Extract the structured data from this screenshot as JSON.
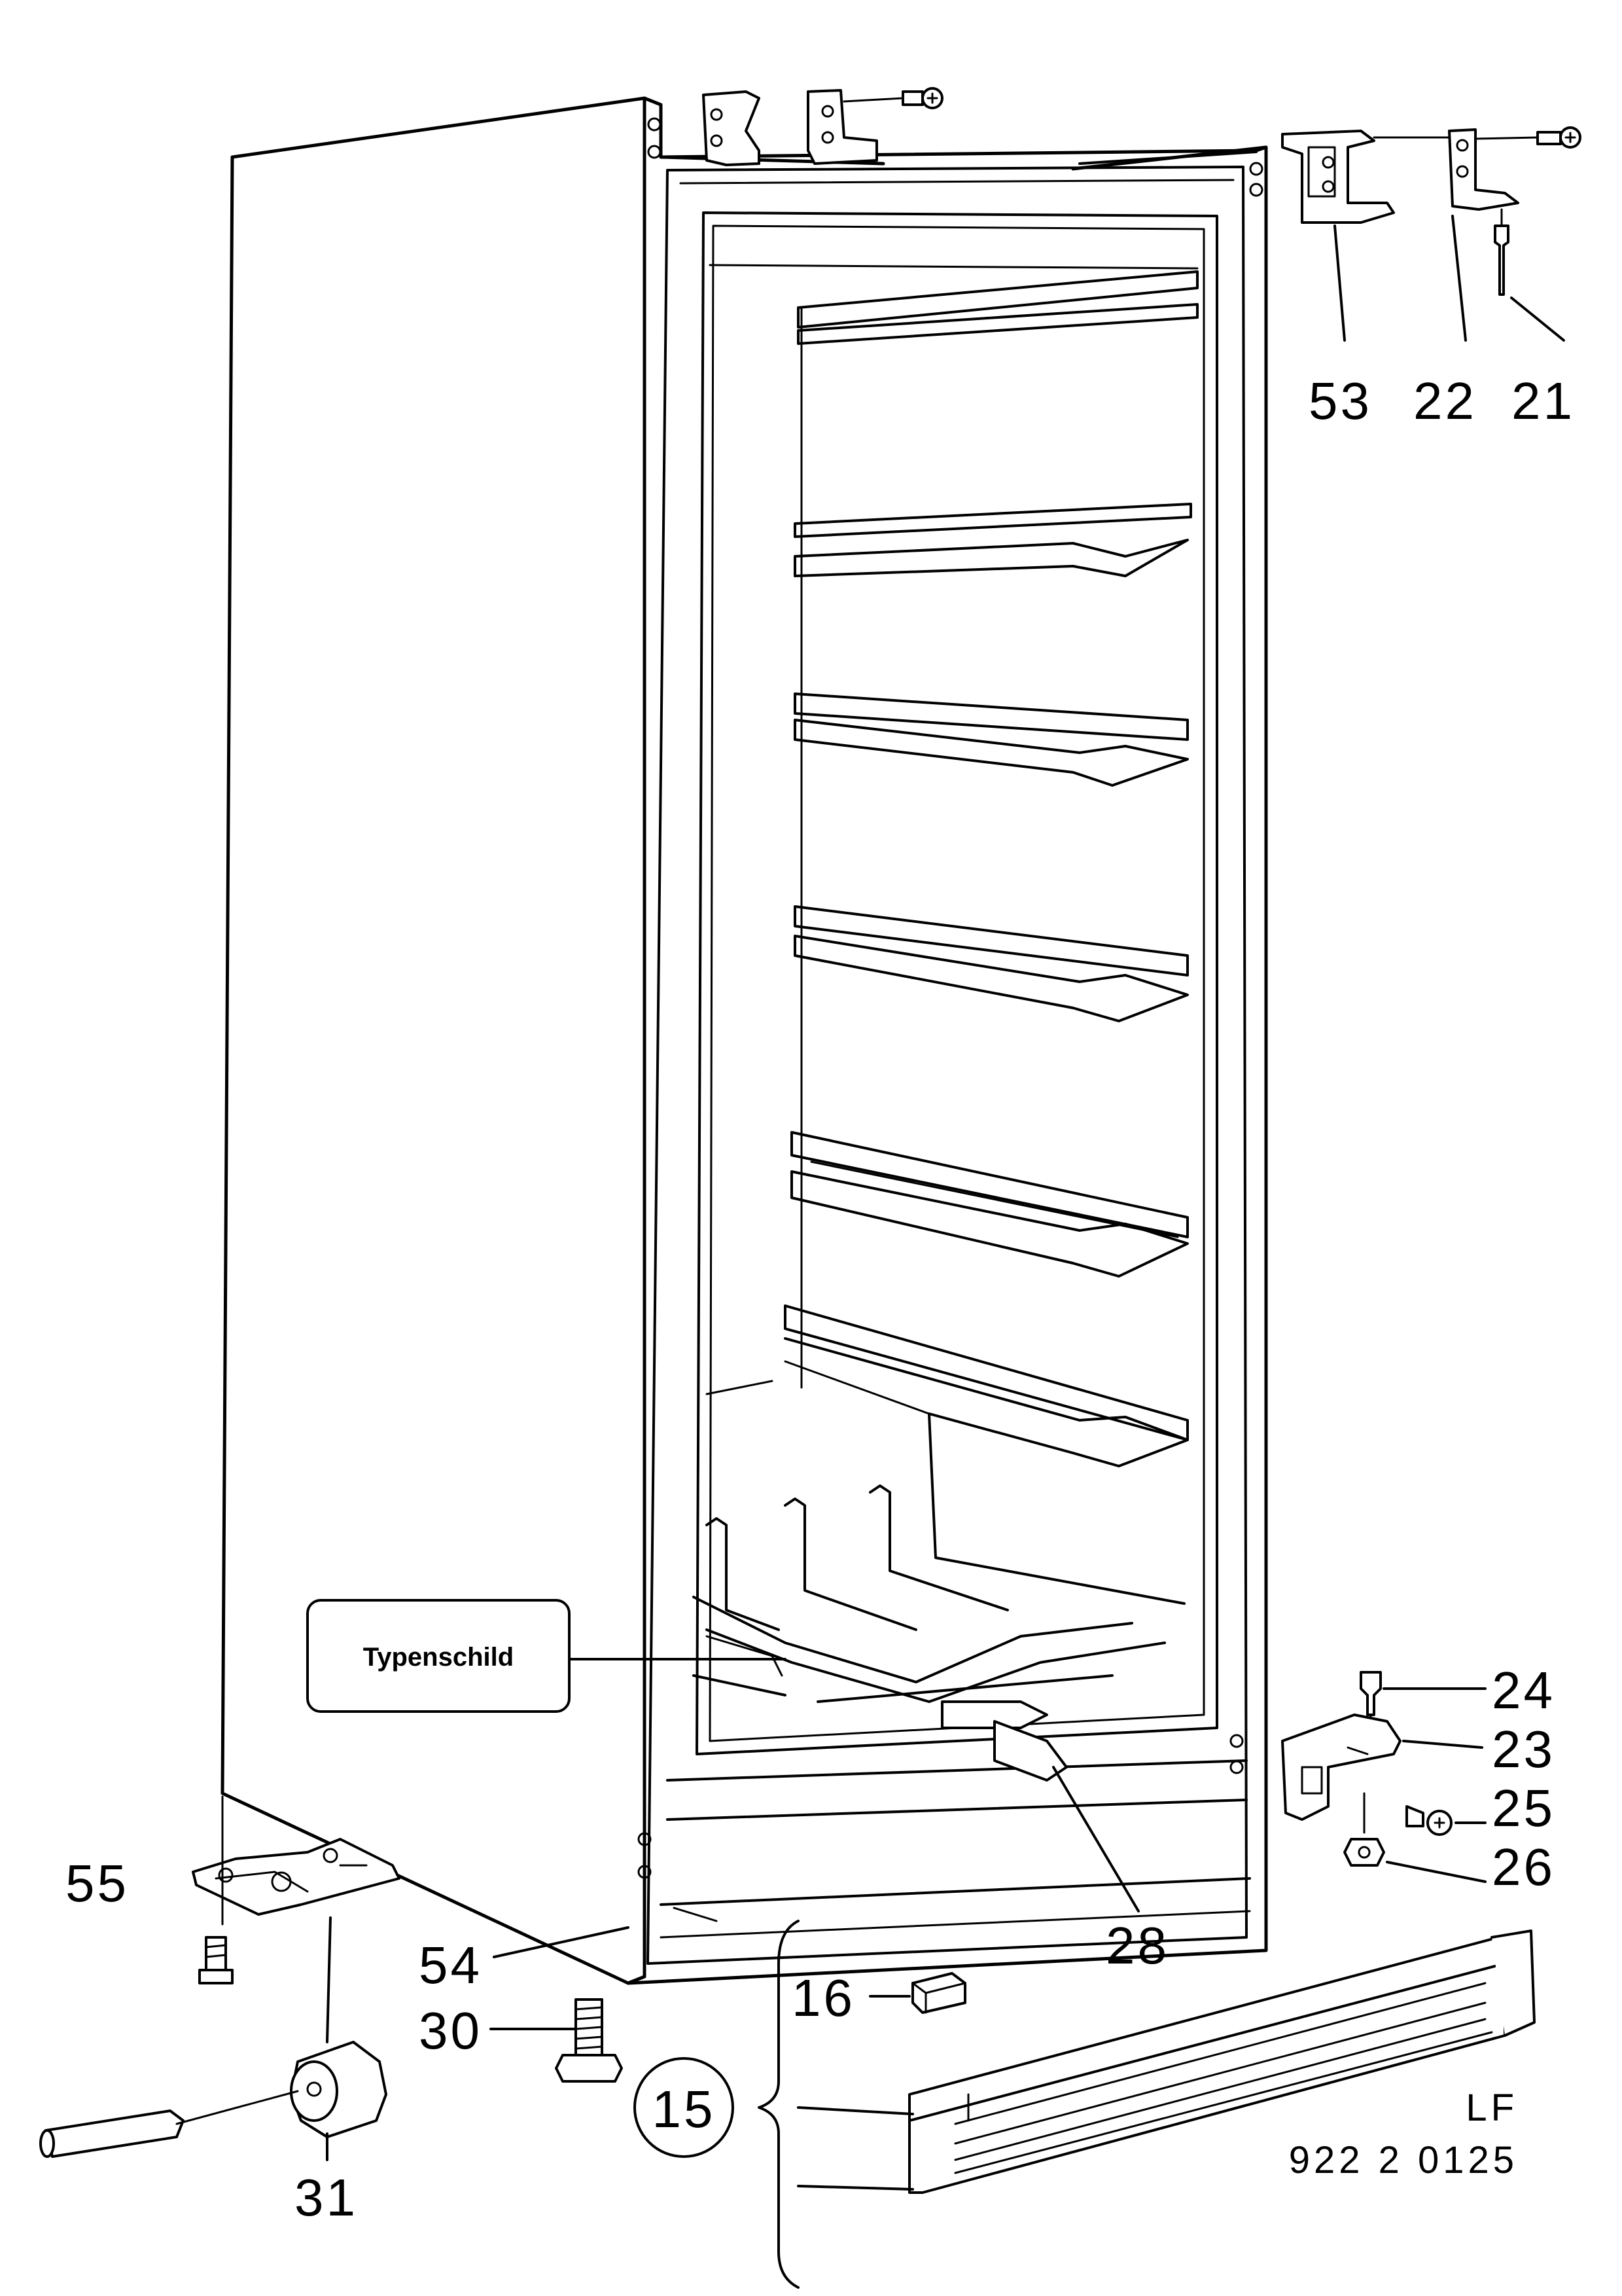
{
  "callouts": {
    "p53": "53",
    "p22": "22",
    "p21": "21",
    "p24": "24",
    "p23": "23",
    "p25": "25",
    "p26": "26",
    "p28": "28",
    "p55": "55",
    "p54": "54",
    "p30": "30",
    "p16": "16",
    "p15": "15",
    "p31": "31"
  },
  "nameplate": {
    "label": "Typenschild"
  },
  "drawing_code": {
    "line1": "LF",
    "line2": "922 2 0125"
  }
}
